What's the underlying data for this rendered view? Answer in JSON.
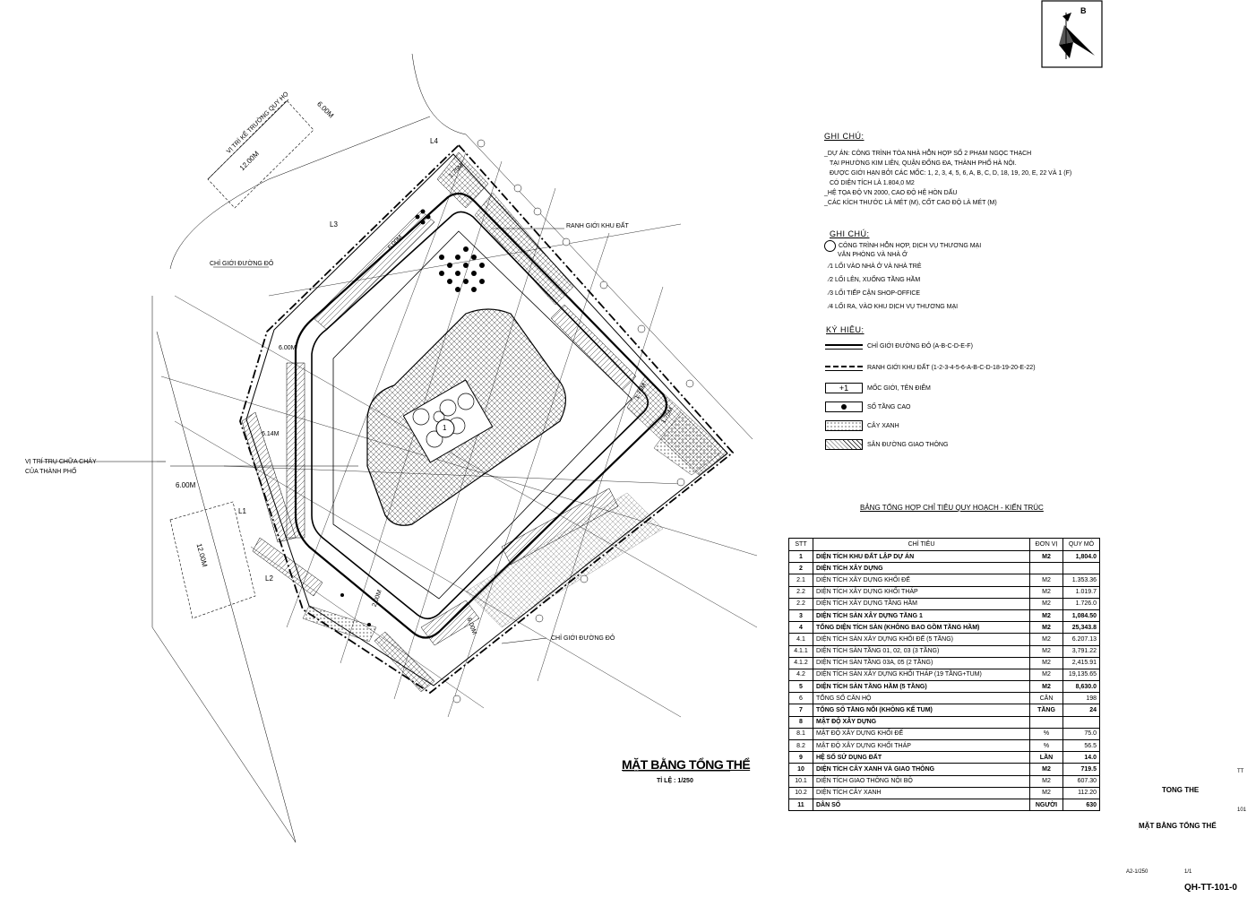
{
  "compass": {
    "letter": "B"
  },
  "notes": {
    "heading": "GHI CHÚ:",
    "lines": [
      "_DỰ ÁN: CÔNG TRÌNH TÒA NHÀ HỖN HỢP SỐ 2 PHẠM NGỌC THẠCH",
      "TẠI PHƯỜNG KIM LIÊN, QUẬN ĐỐNG ĐA, THÀNH PHỐ HÀ NỘI.",
      "ĐƯỢC GIỚI HẠN BỞI CÁC MỐC: 1, 2, 3, 4, 5, 6, A, B, C, D, 18, 19, 20, E, 22 VÀ 1 (F)",
      "CÓ DIỆN TÍCH LÀ 1.804,0 M2",
      "_HỆ TỌA ĐỘ VN 2000, CAO ĐỘ HỆ HÒN DẤU",
      "_CÁC KÍCH THƯỚC LÀ MÉT (M), CỐT CAO ĐỘ LÀ MÉT (M)"
    ]
  },
  "notes2": {
    "heading": "GHI CHÚ:",
    "items": [
      "CÔNG TRÌNH HỖN HỢP, DỊCH VỤ THƯƠNG MẠI",
      "VĂN PHÒNG VÀ NHÀ Ở",
      "LỐI VÀO NHÀ Ở VÀ NHÀ TRẺ",
      "LỐI LÊN, XUỐNG TẦNG HẦM",
      "LỐI TIẾP CẬN SHOP-OFFICE",
      "LỐI RA, VÀO KHU DỊCH VỤ THƯƠNG MẠI"
    ]
  },
  "legend": {
    "heading": "KÝ HIỆU:",
    "items": [
      "CHỈ GIỚI ĐƯỜNG ĐỎ (A-B-C-D-E-F)",
      "RANH GIỚI KHU ĐẤT (1-2-3-4-5-6-A-B-C-D-18-19-20-E-22)",
      "MỐC GIỚI, TÊN ĐIỂM",
      "SỐ TẦNG CAO",
      "CÂY XANH",
      "SÂN ĐƯỜNG GIAO THÔNG"
    ],
    "symbol_text": "+1"
  },
  "plan_labels": {
    "ranh_gioi": "RANH GIỚI KHU ĐẤT",
    "chi_gioi_1": "CHỈ GIỚI ĐƯỜNG ĐỎ",
    "chi_gioi_2": "CHỈ GIỚI ĐƯỜNG ĐỎ",
    "fire_1": "VỊ TRÍ TRỤ CHỮA CHÁY",
    "fire_2": "CỦA THÀNH PHỐ",
    "road_note": "VỊ TRÍ KẾ TRƯỜNG QUY HỌ",
    "dim_12a": "12.00M",
    "dim_6a": "6.00M",
    "dim_12b": "12.00M",
    "dim_6b": "6.00M",
    "dim_6c": "6.00M",
    "dim_6d": "6.00M",
    "dim_614": "6.14M",
    "dim_6e": "6.00M",
    "dim_2": "2.00M",
    "dim_175a": "1.75M",
    "dim_175b": "1.75M",
    "dim_175c": "1.75M",
    "L1": "L1",
    "L2": "L2",
    "L3": "L3",
    "L4": "L4",
    "building_no": "1"
  },
  "drawing_title": {
    "main": "MẶT BẰNG TỔNG THỂ",
    "scale": "TỈ LỆ : 1/250"
  },
  "table": {
    "title": "BẢNG TỔNG HỢP CHỈ TIÊU QUY HOẠCH - KIẾN TRÚC",
    "headers": [
      "STT",
      "CHỈ TIÊU",
      "ĐƠN VỊ",
      "QUY MÔ"
    ],
    "rows": [
      {
        "stt": "1",
        "name": "DIỆN TÍCH KHU ĐẤT LẬP DỰ ÁN",
        "unit": "M2",
        "value": "1,804.0",
        "bold": true
      },
      {
        "stt": "2",
        "name": "DIỆN TÍCH XÂY DỰNG",
        "unit": "",
        "value": "",
        "bold": true
      },
      {
        "stt": "2.1",
        "name": "DIỆN TÍCH XÂY DỰNG KHỐI ĐẾ",
        "unit": "M2",
        "value": "1.353.36",
        "bold": false
      },
      {
        "stt": "2.2",
        "name": "DIỆN TÍCH XÂY DỰNG KHỐI THÁP",
        "unit": "M2",
        "value": "1.019.7",
        "bold": false
      },
      {
        "stt": "2.2",
        "name": "DIỆN TÍCH XÂY DỰNG TẦNG HẦM",
        "unit": "M2",
        "value": "1.726.0",
        "bold": false
      },
      {
        "stt": "3",
        "name": "DIỆN TÍCH SÀN XÂY DỰNG TẦNG 1",
        "unit": "M2",
        "value": "1,084.50",
        "bold": true
      },
      {
        "stt": "4",
        "name": "TỔNG DIỆN TÍCH SÀN (KHÔNG BAO GỒM TẦNG HẦM)",
        "unit": "M2",
        "value": "25,343.8",
        "bold": true
      },
      {
        "stt": "4.1",
        "name": "DIỆN TÍCH SÀN XÂY DỰNG KHỐI ĐẾ (5 TẦNG)",
        "unit": "M2",
        "value": "6.207.13",
        "bold": false
      },
      {
        "stt": "4.1.1",
        "name": "DIỆN TÍCH SÀN TẦNG 01, 02, 03 (3 TẦNG)",
        "unit": "M2",
        "value": "3,791.22",
        "bold": false
      },
      {
        "stt": "4.1.2",
        "name": "DIỆN TÍCH SÀN TẦNG 03A, 05 (2 TẦNG)",
        "unit": "M2",
        "value": "2,415.91",
        "bold": false
      },
      {
        "stt": "4.2",
        "name": "DIỆN TÍCH SÀN XÂY DỰNG KHỐI THÁP (19 TẦNG+TUM)",
        "unit": "M2",
        "value": "19,135.65",
        "bold": false
      },
      {
        "stt": "5",
        "name": "DIỆN TÍCH SÀN TẦNG HẦM (5 TẦNG)",
        "unit": "M2",
        "value": "8,630.0",
        "bold": true
      },
      {
        "stt": "6",
        "name": "TỔNG SỐ CĂN HỘ",
        "unit": "CĂN",
        "value": "198",
        "bold": false
      },
      {
        "stt": "7",
        "name": "TỔNG SỐ TẦNG NỔI (KHÔNG KỂ TUM)",
        "unit": "TẦNG",
        "value": "24",
        "bold": true
      },
      {
        "stt": "8",
        "name": "MẬT ĐỘ XÂY DỰNG",
        "unit": "",
        "value": "",
        "bold": true
      },
      {
        "stt": "8.1",
        "name": "MẬT ĐỘ XÂY DỰNG KHỐI ĐẾ",
        "unit": "%",
        "value": "75.0",
        "bold": false
      },
      {
        "stt": "8.2",
        "name": "MẬT ĐỘ XÂY DỰNG KHỐI THÁP",
        "unit": "%",
        "value": "56.5",
        "bold": false
      },
      {
        "stt": "9",
        "name": "HỆ SỐ SỬ DỤNG ĐẤT",
        "unit": "LẦN",
        "value": "14.0",
        "bold": true
      },
      {
        "stt": "10",
        "name": "DIỆN TÍCH CÂY XANH VÀ GIAO THÔNG",
        "unit": "M2",
        "value": "719.5",
        "bold": true
      },
      {
        "stt": "10.1",
        "name": "DIỆN TÍCH GIAO THÔNG NỘI BỘ",
        "unit": "M2",
        "value": "607.30",
        "bold": false
      },
      {
        "stt": "10.2",
        "name": "DIỆN TÍCH CÂY XANH",
        "unit": "M2",
        "value": "112.20",
        "bold": false
      },
      {
        "stt": "11",
        "name": "DÂN SỐ",
        "unit": "NGƯỜI",
        "value": "630",
        "bold": true
      }
    ]
  },
  "titleblock": {
    "tt": "TT",
    "tong_the": "TONG THE",
    "num": "101",
    "sheet_name": "MẶT BẰNG TỔNG THỂ",
    "scale": "A2-1/250",
    "page": "1/1",
    "code": "QH-TT-101-0"
  }
}
